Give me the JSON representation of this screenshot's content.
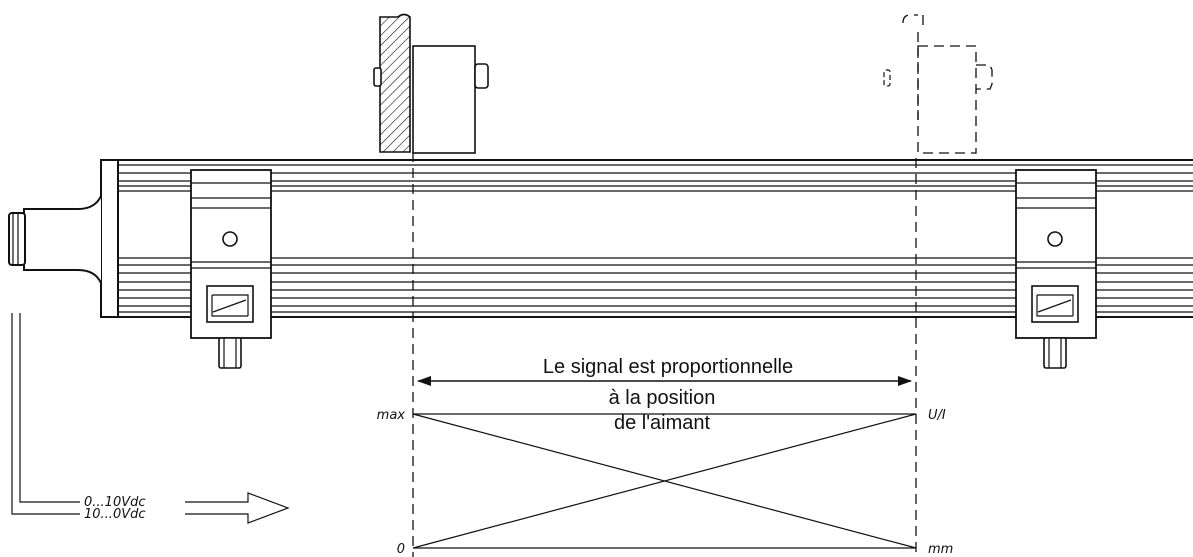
{
  "annotation": {
    "line1": "Le signal est proportionnelle",
    "line2": "à la position",
    "line3": "de l'aimant"
  },
  "axis_labels": {
    "max": "max",
    "zero": "0",
    "signal": "U/I",
    "distance": "mm"
  },
  "outputs": {
    "rising": "0...10Vdc",
    "falling": "10...0Vdc"
  },
  "colors": {
    "line": "#111111",
    "background": "#ffffff",
    "hatch": "#111111"
  }
}
